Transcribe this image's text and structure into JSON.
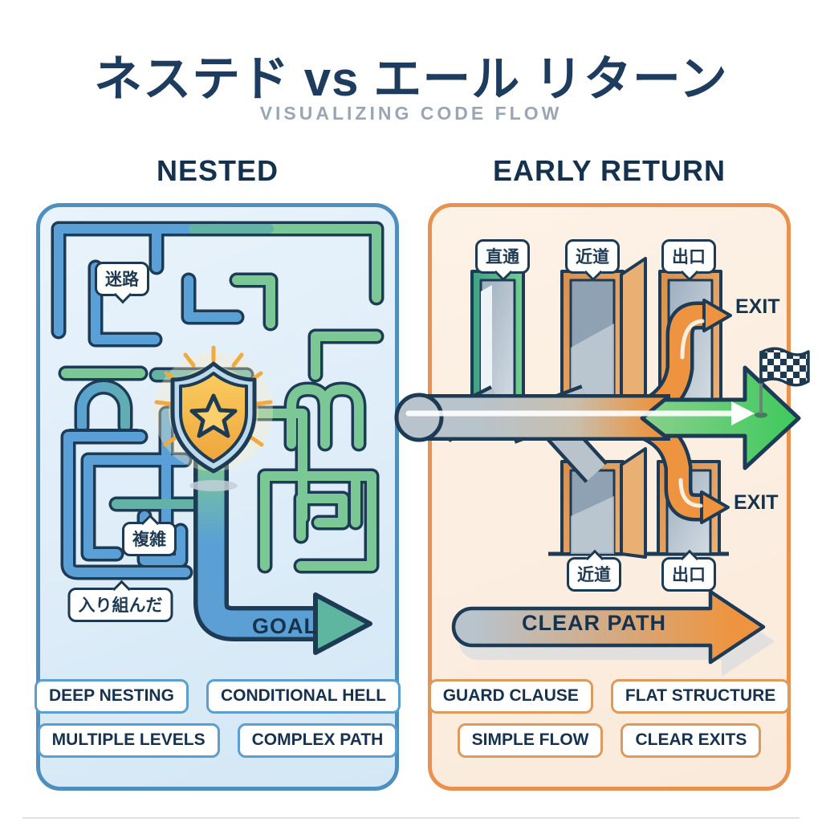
{
  "header": {
    "title": "ネステド vs エール リターン",
    "subtitle": "VISUALIZING CODE FLOW"
  },
  "panels": {
    "nested": {
      "heading": "NESTED",
      "bubbles": {
        "maze": "迷路",
        "complex": "複雑",
        "intricate": "入り組んだ"
      },
      "goal_label": "GOAL",
      "tags": [
        "DEEP NESTING",
        "CONDITIONAL HELL",
        "MULTIPLE LEVELS",
        "COMPLEX PATH"
      ]
    },
    "early_return": {
      "heading": "EARLY RETURN",
      "bubbles": {
        "direct": "直通",
        "shortcut_top": "近道",
        "exit_top": "出口",
        "shortcut_bottom": "近道",
        "exit_bottom": "出口"
      },
      "exit_label_top": "EXIT",
      "exit_label_bottom": "EXIT",
      "clear_path_label": "CLEAR PATH",
      "tags": [
        "GUARD CLAUSE",
        "FLAT STRUCTURE",
        "SIMPLE FLOW",
        "CLEAR EXITS"
      ]
    }
  },
  "colors": {
    "title_navy": "#1d3c5e",
    "outline_navy": "#1d3b55",
    "subtitle_gray": "#9aa6b4",
    "nested_border": "#4e8fbe",
    "nested_fill": "#ddecf7",
    "early_border": "#e89150",
    "early_fill": "#faeadb",
    "maze_blue": "#5aa0d6",
    "maze_green": "#7bc796",
    "maze_teal": "#62b2a6",
    "pipe_gray": "#b8c3cc",
    "path_orange": "#ee9440",
    "arrow_green": "#42cd60",
    "shield_gold": "#f6b93d",
    "shield_blue": "#bcd9ec",
    "ray_orange": "#f2a93e"
  }
}
